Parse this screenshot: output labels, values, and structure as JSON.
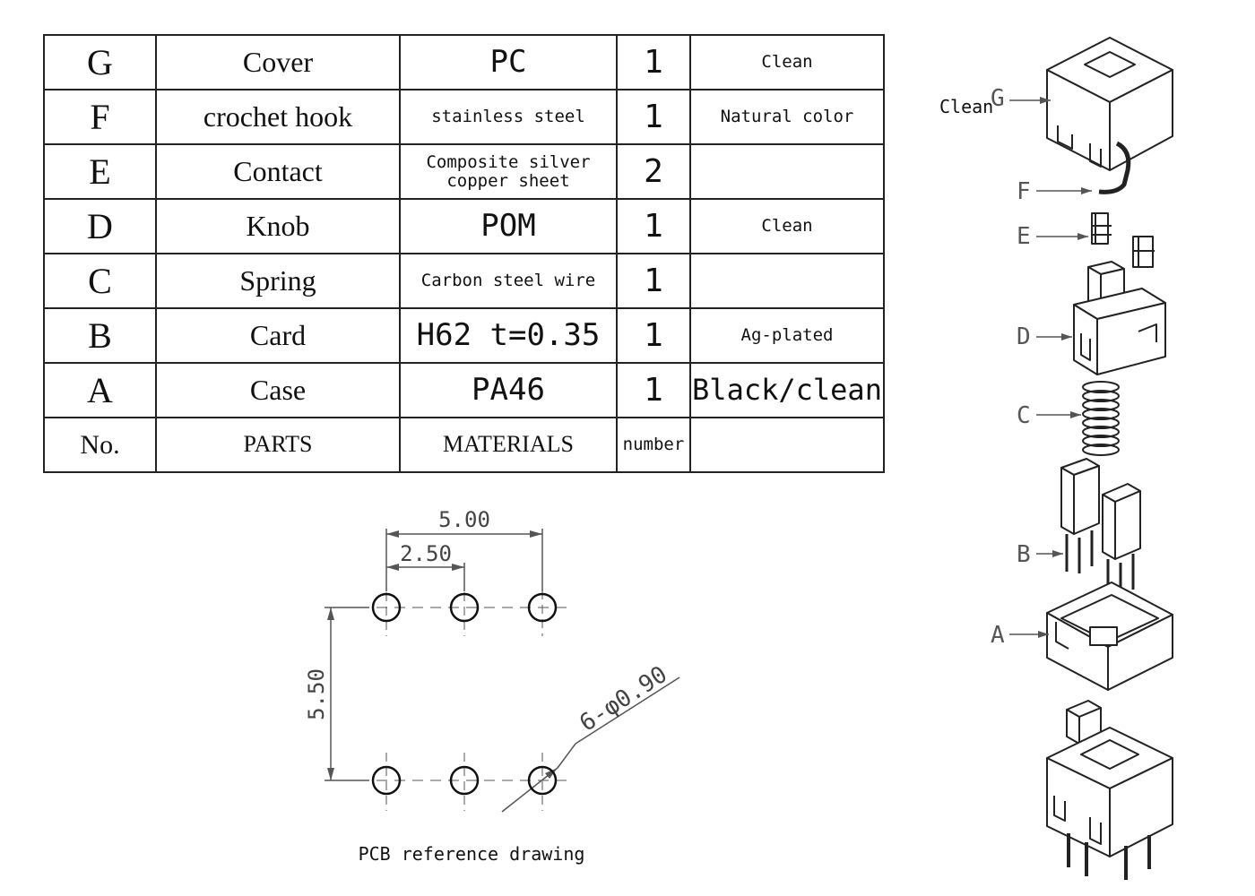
{
  "table": {
    "rows": [
      {
        "no": "G",
        "part": "Cover",
        "material": "PC",
        "number": "1",
        "note": "Clean"
      },
      {
        "no": "F",
        "part": "crochet hook",
        "material": "stainless steel",
        "number": "1",
        "note": "Natural color"
      },
      {
        "no": "E",
        "part": "Contact",
        "material": "Composite silver copper sheet",
        "material_line1": "Composite silver",
        "material_line2": "copper sheet",
        "number": "2",
        "note": ""
      },
      {
        "no": "D",
        "part": "Knob",
        "material": "POM",
        "number": "1",
        "note": "Clean"
      },
      {
        "no": "C",
        "part": "Spring",
        "material": "Carbon steel wire",
        "number": "1",
        "note": ""
      },
      {
        "no": "B",
        "part": "Card",
        "material": "H62 t=0.35",
        "number": "1",
        "note": "Ag-plated"
      },
      {
        "no": "A",
        "part": "Case",
        "material": "PA46",
        "number": "1",
        "note": "Black/clean"
      }
    ],
    "header": {
      "no": "No.",
      "part": "PARTS",
      "material": "MATERIALS",
      "number": "number",
      "note": ""
    }
  },
  "pcb": {
    "dim_pitch_total": "5.00",
    "dim_pitch": "2.50",
    "dim_row": "5.50",
    "dim_hole": "6-φ0.90",
    "caption": "PCB reference drawing"
  },
  "exploded": {
    "labels": {
      "G": "G",
      "F": "F",
      "E": "E",
      "D": "D",
      "C": "C",
      "B": "B",
      "A": "A"
    },
    "g_note": "Clean"
  },
  "colors": {
    "line": "#222222",
    "dim": "#555555",
    "hole": "#111111",
    "tick": "#7a2a7a"
  }
}
